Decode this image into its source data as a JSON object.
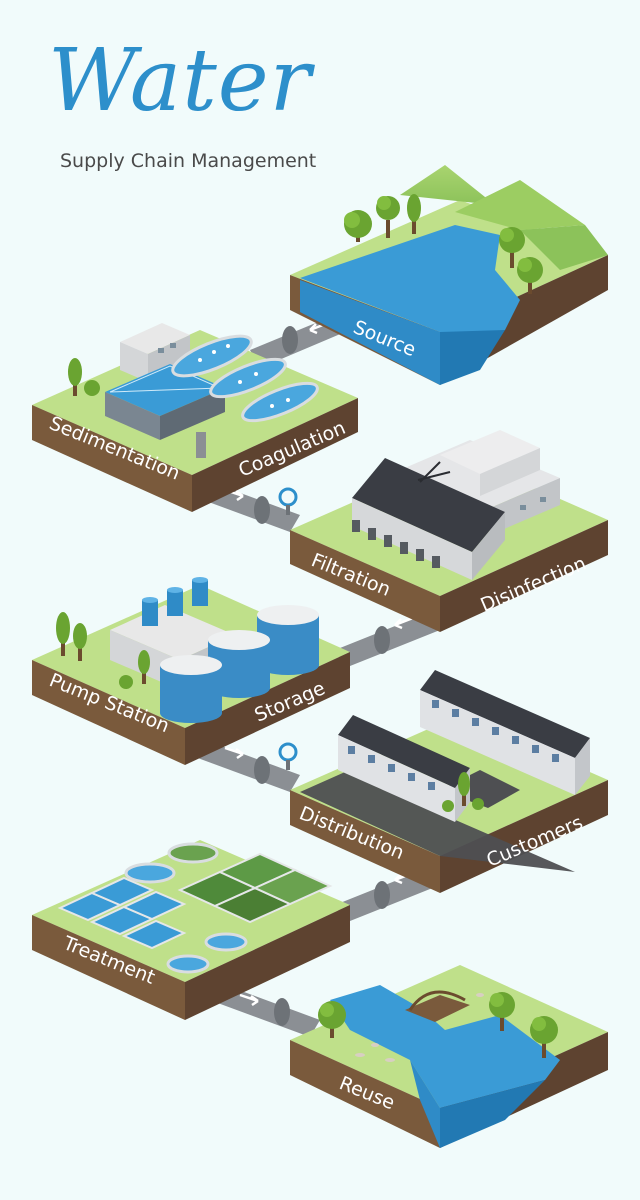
{
  "header": {
    "title": "Water",
    "subtitle": "Supply Chain Management"
  },
  "stages": {
    "source": "Source",
    "sedimentation": "Sedimentation",
    "coagulation": "Coagulation",
    "filtration": "Filtration",
    "disinfection": "Disinfection",
    "pump_station": "Pump Station",
    "storage": "Storage",
    "distribution": "Distribution",
    "customers": "Customers",
    "treatment": "Treatment",
    "reuse": "Reuse"
  },
  "colors": {
    "background": "#f1fbfb",
    "title": "#2d8fcb",
    "grass": "#bfe08a",
    "soil_left": "#7a5a3c",
    "soil_right": "#5e4330",
    "water": "#3a9bd6",
    "pipe": "#8b8f94",
    "roof": "#3a3d44"
  },
  "icons": [
    "tree-icon",
    "pipe-icon",
    "valve-icon",
    "building-icon",
    "tank-icon",
    "house-icon",
    "bridge-icon"
  ]
}
